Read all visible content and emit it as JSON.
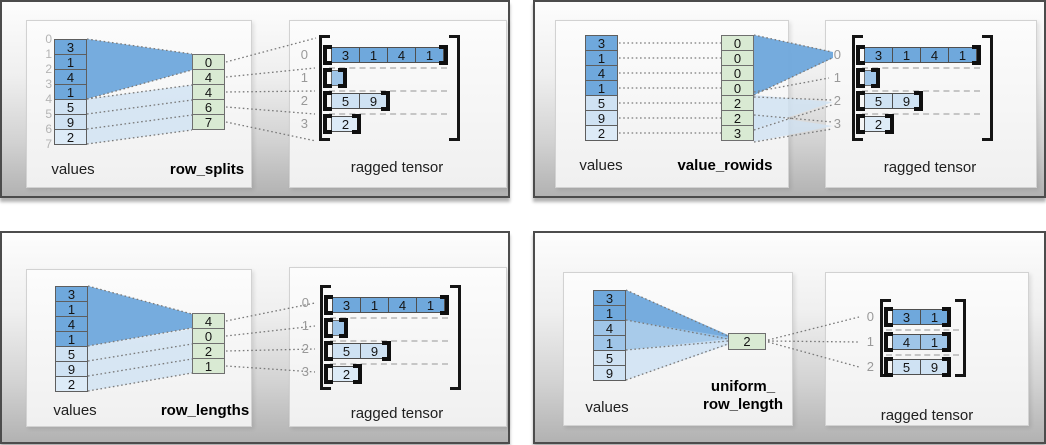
{
  "palette": {
    "dark_blue": "#6fa8dc",
    "medium_blue": "#9fc5e8",
    "light_blue": "#cfe2f3",
    "pale_blue": "#ddebf7",
    "green": "#d9ead3"
  },
  "panels": [
    {
      "name": "row_splits",
      "values": {
        "label": "values",
        "indices": [
          "0",
          "1",
          "2",
          "3",
          "4",
          "5",
          "6",
          "7"
        ],
        "cells": [
          "3",
          "1",
          "4",
          "1",
          "5",
          "9",
          "2"
        ]
      },
      "param": {
        "label": "row_splits",
        "cells": [
          "0",
          "4",
          "4",
          "6",
          "7"
        ]
      },
      "tensor": {
        "label": "ragged tensor",
        "row_indices": [
          "0",
          "1",
          "2",
          "3"
        ],
        "rows": [
          [
            "3",
            "1",
            "4",
            "1"
          ],
          [],
          [
            "5",
            "9"
          ],
          [
            "2"
          ]
        ]
      }
    },
    {
      "name": "value_rowids",
      "values": {
        "label": "values",
        "cells": [
          "3",
          "1",
          "4",
          "1",
          "5",
          "9",
          "2"
        ]
      },
      "param": {
        "label": "value_rowids",
        "cells": [
          "0",
          "0",
          "0",
          "0",
          "2",
          "2",
          "3"
        ]
      },
      "tensor": {
        "label": "ragged tensor",
        "row_indices": [
          "0",
          "1",
          "2",
          "3"
        ],
        "rows": [
          [
            "3",
            "1",
            "4",
            "1"
          ],
          [],
          [
            "5",
            "9"
          ],
          [
            "2"
          ]
        ]
      }
    },
    {
      "name": "row_lengths",
      "values": {
        "label": "values",
        "cells": [
          "3",
          "1",
          "4",
          "1",
          "5",
          "9",
          "2"
        ]
      },
      "param": {
        "label": "row_lengths",
        "cells": [
          "4",
          "0",
          "2",
          "1"
        ]
      },
      "tensor": {
        "label": "ragged tensor",
        "row_indices": [
          "0",
          "1",
          "2",
          "3"
        ],
        "rows": [
          [
            "3",
            "1",
            "4",
            "1"
          ],
          [],
          [
            "5",
            "9"
          ],
          [
            "2"
          ]
        ]
      }
    },
    {
      "name": "uniform_row_length",
      "values": {
        "label": "values",
        "cells": [
          "3",
          "1",
          "4",
          "1",
          "5",
          "9"
        ]
      },
      "param": {
        "label_line1": "uniform_",
        "label_line2": "row_length",
        "cells": [
          "2"
        ]
      },
      "tensor": {
        "label": "ragged tensor",
        "row_indices": [
          "0",
          "1",
          "2"
        ],
        "rows": [
          [
            "3",
            "1"
          ],
          [
            "4",
            "1"
          ],
          [
            "5",
            "9"
          ]
        ]
      }
    }
  ]
}
